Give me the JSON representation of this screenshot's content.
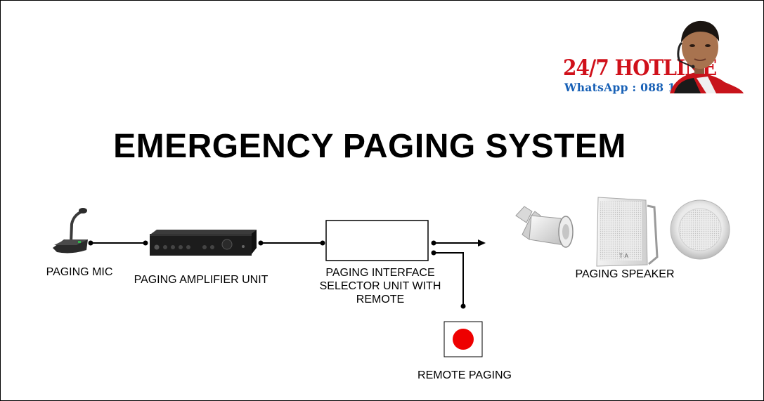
{
  "title": "EMERGENCY PAGING SYSTEM",
  "hotline": {
    "title": "24/7 HOTLINE",
    "whatsapp": "WhatsApp : 088 18100321"
  },
  "components": {
    "mic": "PAGING MIC",
    "amplifier": "PAGING AMPLIFIER UNIT",
    "interface": [
      "PAGING INTERFACE",
      "SELECTOR UNIT WITH",
      "REMOTE"
    ],
    "remote": "REMOTE PAGING",
    "speaker": "PAGING SPEAKER"
  },
  "colors": {
    "hotline_red": "#d0101a",
    "whatsapp_blue": "#1760b6",
    "remote_button": "#ee0000"
  },
  "icons": [
    "microphone-icon",
    "amplifier-icon",
    "horn-speaker-icon",
    "wall-speaker-icon",
    "ceiling-speaker-icon",
    "remote-button-icon",
    "agent-photo"
  ]
}
